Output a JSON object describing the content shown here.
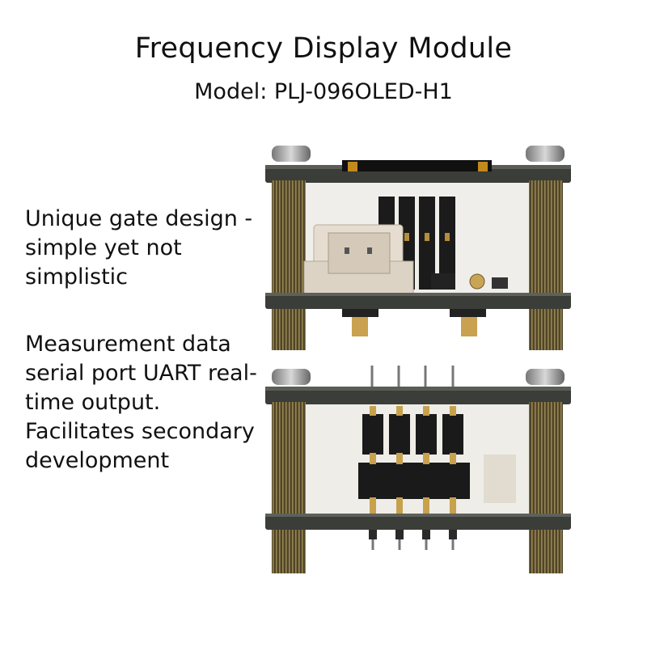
{
  "header": {
    "title": "Frequency Display Module",
    "model": "Model: PLJ-096OLED-H1"
  },
  "features": [
    {
      "text": "Unique gate design - simple yet not simplistic"
    },
    {
      "text": "Measurement data serial port UART real-time output. Facilitates secondary development"
    }
  ],
  "colors": {
    "background": "#ffffff",
    "text": "#111111",
    "pcb": "#3b3d38",
    "brass": "#8a7a4a",
    "connector": "#e6ddd0"
  }
}
